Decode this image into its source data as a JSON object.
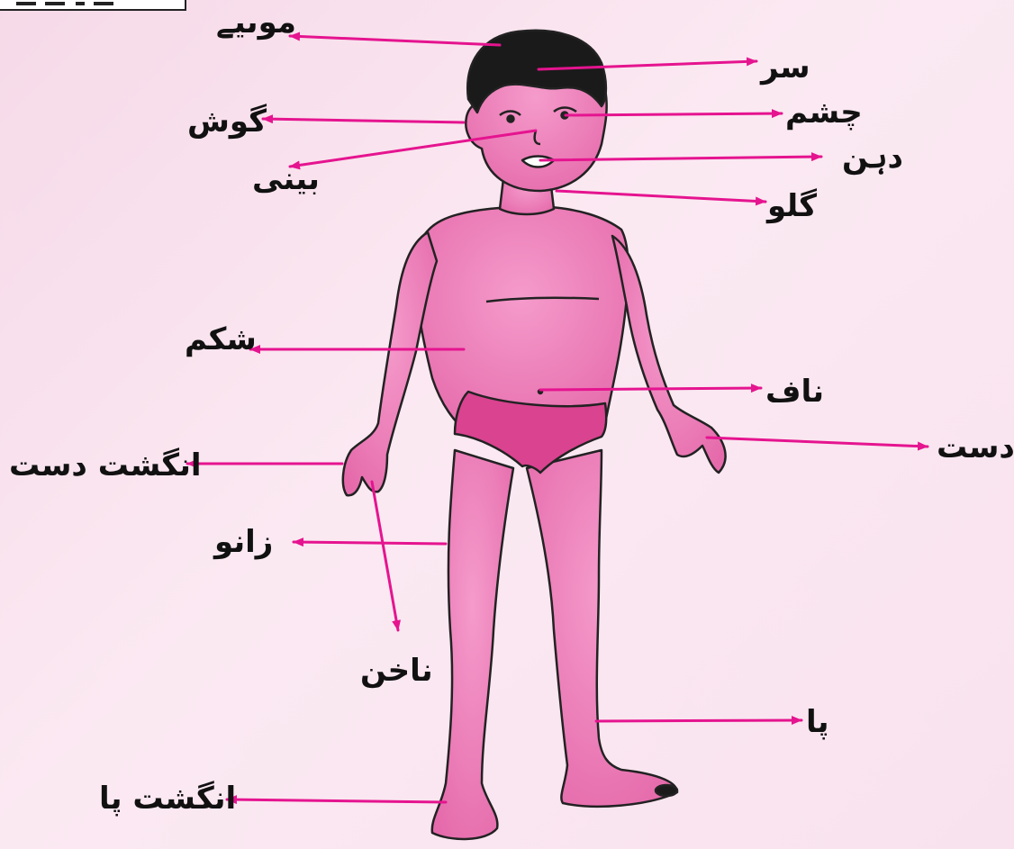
{
  "colors": {
    "arrow": "#e5148f",
    "skin": "#ef86bf",
    "skin_dark": "#d9569f",
    "brief": "#d9438f",
    "hair": "#1a1a1a",
    "outline": "#222222"
  },
  "labels": {
    "hair": "موىيے",
    "head": "سر",
    "eye": "چشم",
    "ear": "گوش",
    "mouth": "دہن",
    "nose": "بینی",
    "neck": "گلو",
    "belly": "شکم",
    "navel": "ناف",
    "hand": "دست",
    "finger": "انگشت دست",
    "knee": "زانو",
    "nail": "ناخن",
    "foot": "پا",
    "toe": "انگشت پا"
  }
}
